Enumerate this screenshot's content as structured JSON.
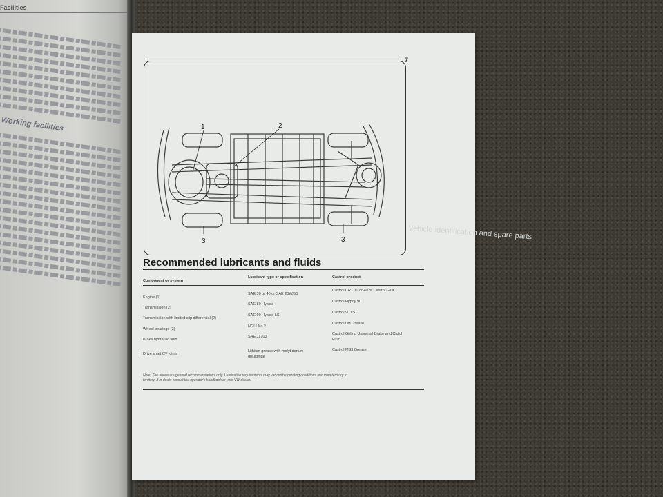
{
  "left_page": {
    "header": "Facilities",
    "subheading": "Working facilities"
  },
  "right_page": {
    "page_number": "7",
    "figure": {
      "callouts": [
        "1",
        "2",
        "3",
        "3"
      ]
    },
    "section_title": "Recommended lubricants and fluids",
    "table": {
      "headers": [
        "Component or system",
        "Lubricant type or specification",
        "Castrol product"
      ],
      "rows": [
        {
          "component": "Engine (1)",
          "spec": "SAE 30 or 40 or SAE 20W/50",
          "product": "Castrol CR1 30 or 40 or Castrol GTX"
        },
        {
          "component": "Transmission (2)",
          "spec": "SAE 80 Hypoid",
          "product": "Castrol Hypoy 90"
        },
        {
          "component": "Transmission with limited slip differential (2)",
          "spec": "SAE 90 Hypoid LS",
          "product": "Castrol 90 LS"
        },
        {
          "component": "Wheel bearings (3)",
          "spec": "NGLI No 2",
          "product": "Castrol LM Grease"
        },
        {
          "component": "Brake hydraulic fluid",
          "spec": "SAE J1703",
          "product": "Castrol Girling Universal Brake and Clutch",
          "product2": "Fluid"
        },
        {
          "component": "Drive shaft CV joints",
          "spec": "Lithium grease with molybdenum",
          "spec2": "disulphide",
          "product": "Castrol MS3 Grease"
        }
      ],
      "note_line1": "Note: The above are general recommendations only. Lubrication requirements may vary with operating conditions and from territory to",
      "note_line2": "territory. If in doubt consult the operator's handbook or your VW dealer."
    },
    "faint_bleed_heading": "Vehicle identification and spare parts"
  }
}
